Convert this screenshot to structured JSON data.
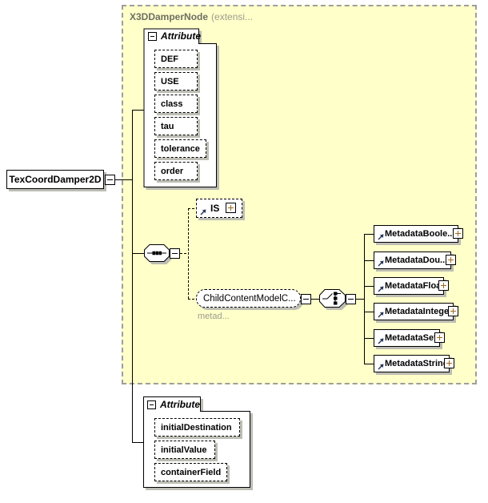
{
  "diagram": {
    "root_element": {
      "label": "TexCoordDamper2D"
    },
    "base_type_container": {
      "title": "X3DDamperNode",
      "subtitle": "(extensi..."
    },
    "inherited_attributes": {
      "group_label": "Attribute",
      "items": [
        "DEF",
        "USE",
        "class",
        "tau",
        "tolerance",
        "order"
      ]
    },
    "is_ref": {
      "label": "IS"
    },
    "child_content": {
      "label": "ChildContentModelC...",
      "annotation": "metad..."
    },
    "metadata_choices": [
      "MetadataBoole...",
      "MetadataDou...",
      "MetadataFloat",
      "MetadataInteger",
      "MetadataSet",
      "MetadataString"
    ],
    "own_attributes": {
      "group_label": "Attribute",
      "items": [
        "initialDestination",
        "initialValue",
        "containerField"
      ]
    },
    "icons": {
      "collapse": "minus-box-icon",
      "expand": "plus-box-icon",
      "sequence": "sequence-octagon-icon",
      "choice": "choice-octagon-icon",
      "reference": "ne-arrow-icon"
    },
    "colors": {
      "container_bg": "#ffffc9",
      "container_border": "#9e9e9e",
      "shadow": "#bdbdb4",
      "title_text": "#6e6e64",
      "subtitle_text": "#9c9c90",
      "annotation_text": "#9c9c90",
      "plus_glyph": "#a06a1e",
      "node_border": "#000000"
    }
  }
}
